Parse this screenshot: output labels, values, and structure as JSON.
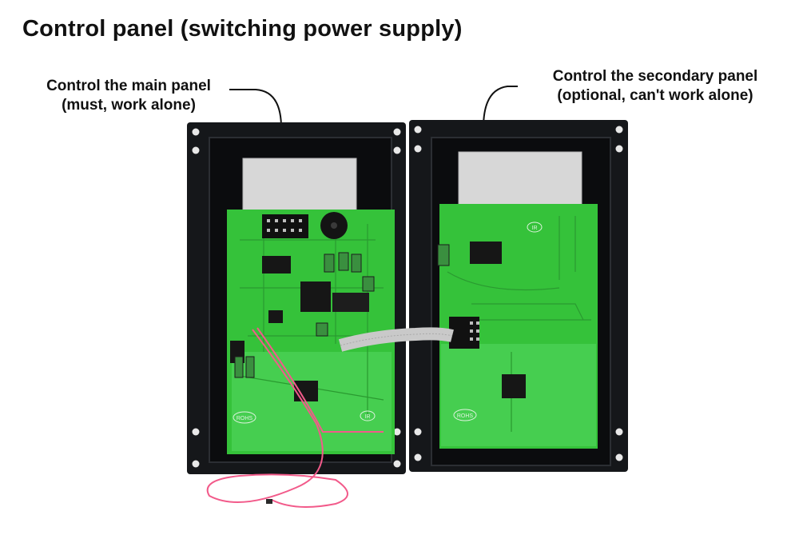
{
  "title": "Control panel (switching power supply)",
  "main_panel": {
    "label_line1": "Control the main panel",
    "label_line2": "(must, work alone)",
    "board_marks": [
      "ROHS",
      "IR"
    ]
  },
  "secondary_panel": {
    "label_line1": "Control the secondary panel",
    "label_line2": "(optional, can't work alone)",
    "board_marks": [
      "ROHS",
      "IR"
    ]
  },
  "colors": {
    "frame": "#15171a",
    "pcb": "#35c23a",
    "pcb_light": "#4fd35a",
    "window": "#d7d7d7",
    "ribbon": "#c9c9c9",
    "wire": "#f25a8a"
  }
}
